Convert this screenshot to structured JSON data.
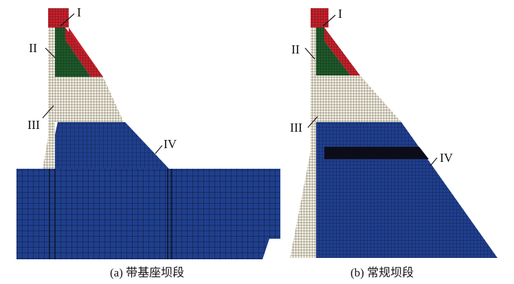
{
  "panels": [
    {
      "caption": "(a) 带基座坝段",
      "zones": [
        "I",
        "II",
        "III",
        "IV"
      ],
      "colors": {
        "I": "#c8202a",
        "II": "#1e5a2a",
        "III": "#efeadb",
        "IV": "#1f3f8f",
        "mesh": "#111111",
        "foundation": "#1f3f8f"
      }
    },
    {
      "caption": "(b) 常规坝段",
      "zones": [
        "I",
        "II",
        "III",
        "IV"
      ],
      "colors": {
        "I": "#c8202a",
        "II": "#1e5a2a",
        "III": "#efeadb",
        "IV": "#1f3f8f",
        "mesh": "#111111",
        "band": "#0d0d1a"
      }
    }
  ]
}
